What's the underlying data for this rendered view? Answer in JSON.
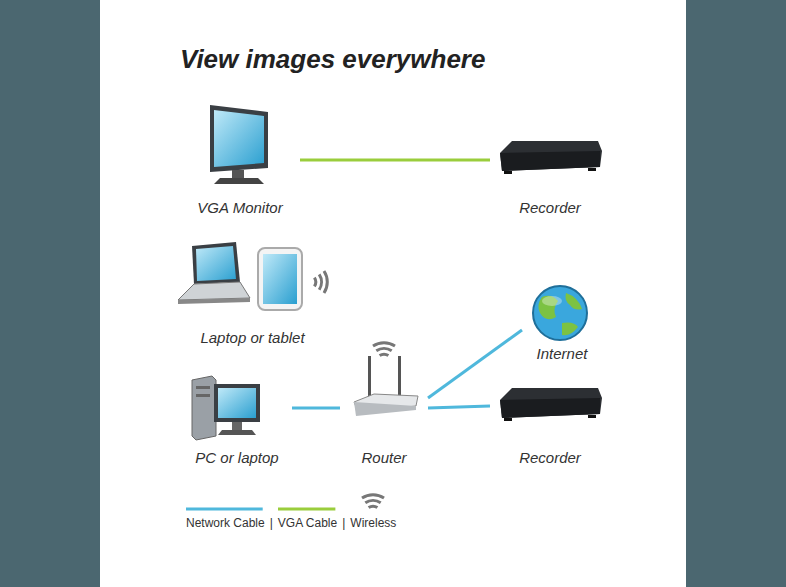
{
  "diagram": {
    "title": "View images everywhere",
    "nodes": [
      {
        "text": [
          "VGA Monitor"
        ]
      },
      {
        "text": [
          "Recorder"
        ]
      },
      {
        "text": [
          "Laptop or tablet"
        ]
      },
      {
        "text": [
          "Internet"
        ]
      },
      {
        "text": [
          "PC or laptop"
        ]
      },
      {
        "text": [
          "Router"
        ]
      },
      {
        "text": [
          "Recorder"
        ]
      }
    ],
    "edges": [
      {
        "from": 0,
        "to": 1,
        "arrow": "none"
      },
      {
        "from": 4,
        "to": 5,
        "arrow": "none"
      },
      {
        "from": 5,
        "to": 3,
        "arrow": "none"
      },
      {
        "from": 5,
        "to": 6,
        "arrow": "none"
      }
    ],
    "labels": [
      "|",
      "|"
    ],
    "legend": [
      {
        "text": "Network Cable"
      },
      {
        "text": "VGA Cable"
      },
      {
        "text": "Wireless"
      }
    ]
  }
}
